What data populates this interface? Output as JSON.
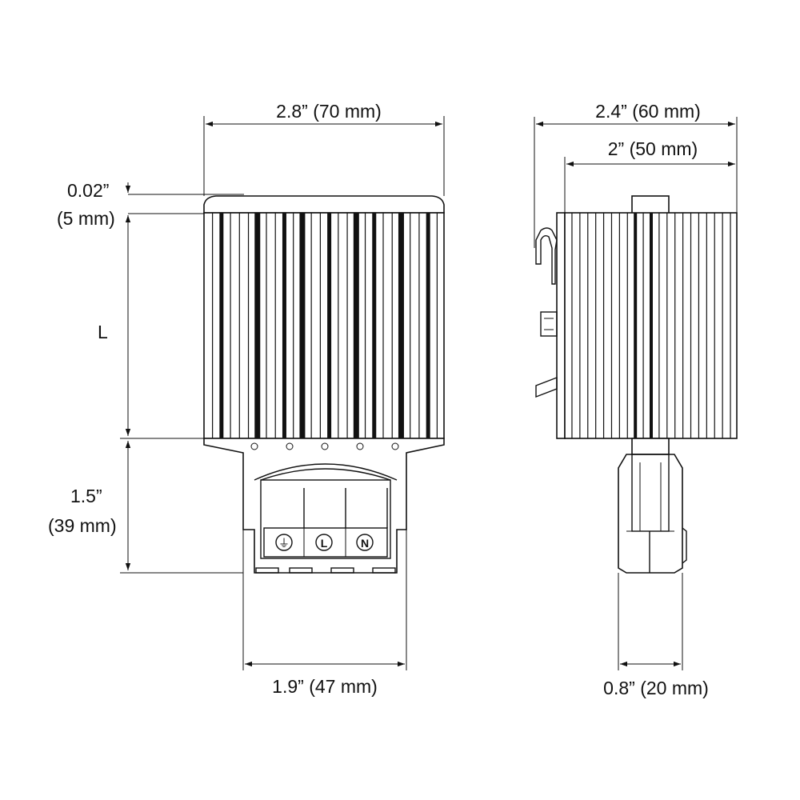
{
  "labels": {
    "front_width": "2.8” (70 mm)",
    "side_width": "2.4” (60 mm)",
    "side_inner_width": "2” (50 mm)",
    "top_offset_in": "0.02”",
    "top_offset_mm": "(5 mm)",
    "length": "L",
    "terminal_height_in": "1.5”",
    "terminal_height_mm": "(39 mm)",
    "terminal_width": "1.9” (47 mm)",
    "side_terminal_width": "0.8” (20 mm)"
  },
  "terminals": [
    "⏚",
    "L",
    "N"
  ],
  "colors": {
    "ink": "#111111",
    "background": "#ffffff"
  }
}
